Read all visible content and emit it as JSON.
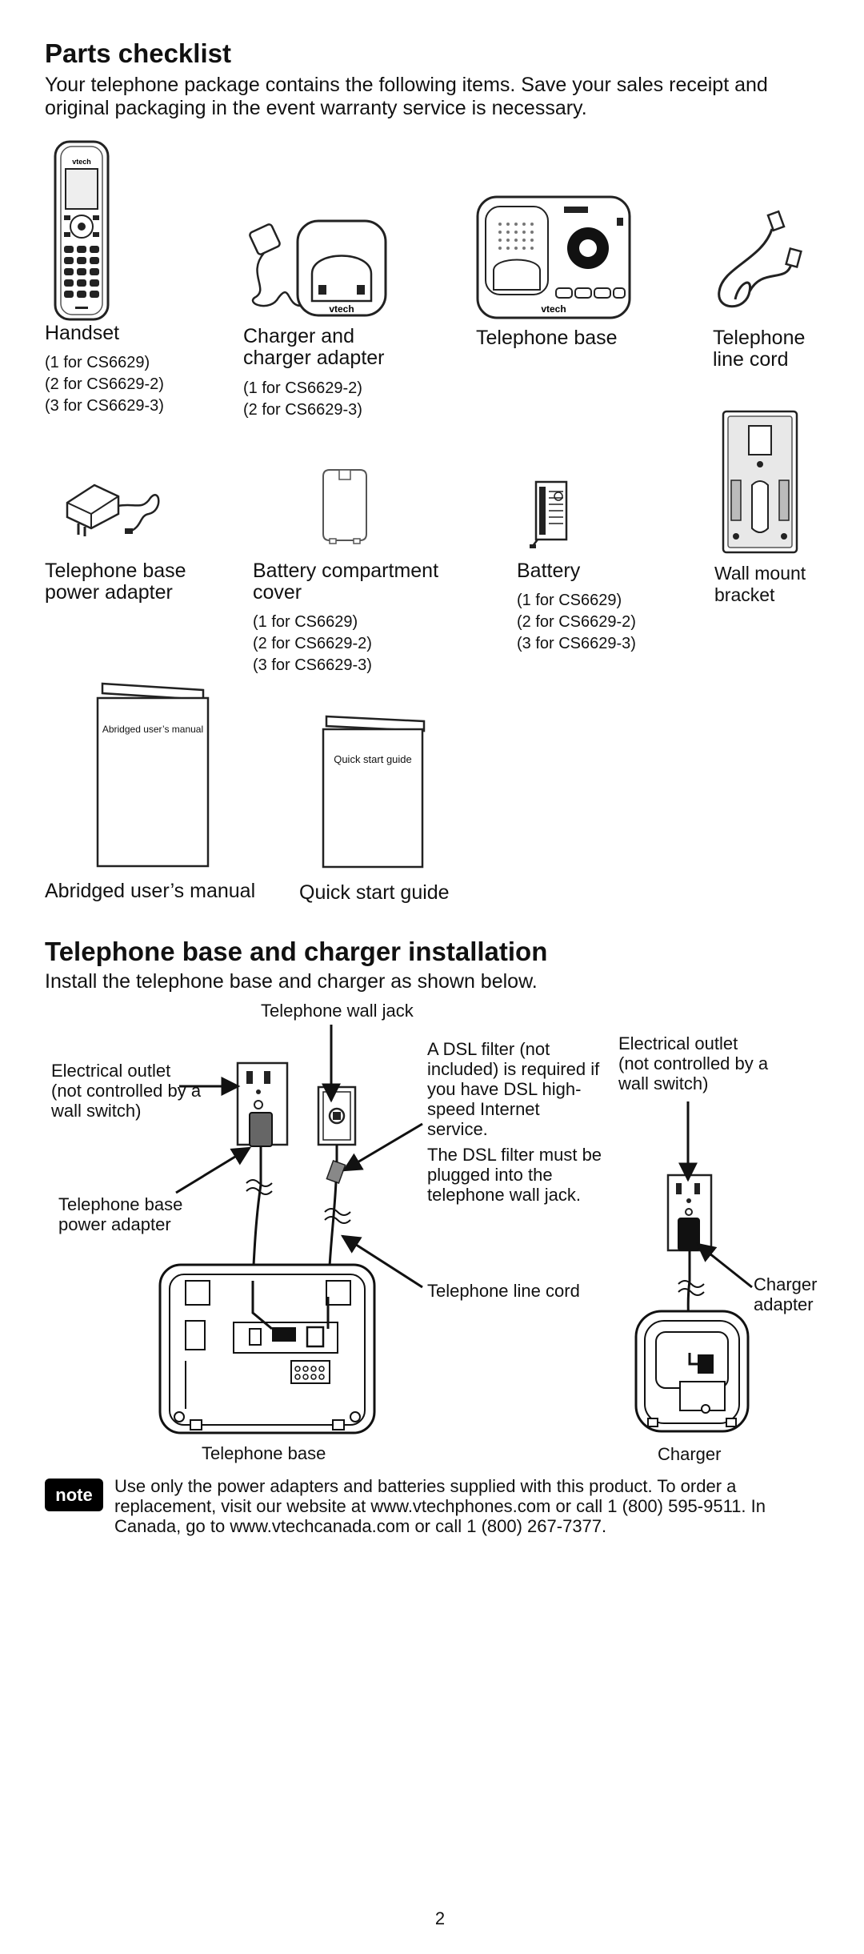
{
  "parts_section": {
    "title": "Parts checklist",
    "intro": "Your telephone package contains the following items. Save your sales receipt and original packaging in the event warranty service is necessary."
  },
  "parts": [
    {
      "name": "Handset",
      "quantities": [
        "(1 for CS6629)",
        "(2 for CS6629-2)",
        "(3 for CS6629-3)"
      ],
      "brand": "vtech"
    },
    {
      "name": "Charger and charger adapter",
      "quantities": [
        "(1 for CS6629-2)",
        "(2 for CS6629-3)"
      ],
      "brand": "vtech"
    },
    {
      "name": "Telephone base",
      "quantities": [],
      "brand": "vtech"
    },
    {
      "name": "Telephone line cord",
      "quantities": []
    },
    {
      "name": "Telephone base power adapter",
      "quantities": []
    },
    {
      "name": "Battery compartment cover",
      "quantities": [
        "(1 for CS6629)",
        "(2 for CS6629-2)",
        "(3 for CS6629-3)"
      ]
    },
    {
      "name": "Battery",
      "quantities": [
        "(1 for CS6629)",
        "(2 for CS6629-2)",
        "(3 for CS6629-3)"
      ]
    },
    {
      "name": "Wall mount bracket",
      "quantities": []
    },
    {
      "name": "Abridged user’s manual",
      "cover_text": "Abridged user’s manual"
    },
    {
      "name": "Quick start guide",
      "cover_text": "Quick start guide"
    }
  ],
  "install_section": {
    "title": "Telephone base and charger installation",
    "intro": "Install the telephone base and charger as shown below."
  },
  "diagram": {
    "wall_jack": "Telephone wall jack",
    "outlet_left": "Electrical outlet (not controlled by a wall switch)",
    "dsl_1": "A DSL filter (not included) is required if you have DSL high-speed Internet service.",
    "dsl_2": "The DSL filter must be plugged into the telephone wall jack.",
    "outlet_right": "Electrical outlet (not controlled by a wall switch)",
    "base_adapter": "Telephone base power adapter",
    "line_cord": "Telephone line cord",
    "charger_adapter": "Charger adapter",
    "base_caption": "Telephone base",
    "charger_caption": "Charger"
  },
  "note": {
    "badge": "note",
    "text": "Use only the power adapters and batteries supplied with this product. To order a replacement, visit our website at www.vtechphones.com or call 1 (800) 595-9511. In Canada, go to www.vtechcanada.com or call 1 (800) 267-7377."
  },
  "page_number": "2"
}
